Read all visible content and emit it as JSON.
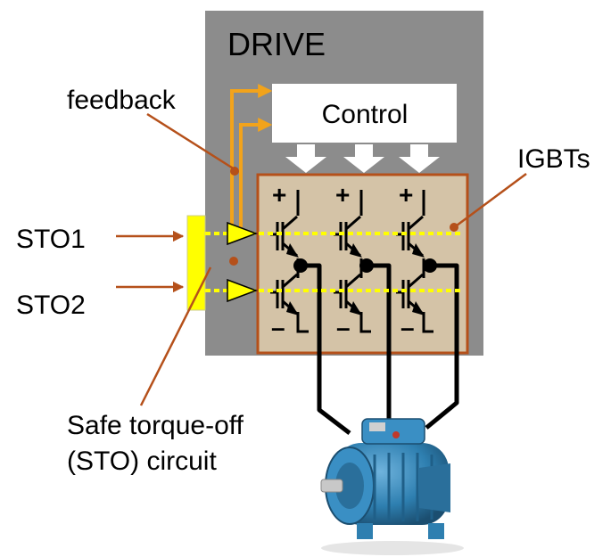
{
  "labels": {
    "drive": "DRIVE",
    "control": "Control",
    "feedback": "feedback",
    "igbts": "IGBTs",
    "sto1": "STO1",
    "sto2": "STO2",
    "sto_circuit_line1": "Safe torque-off",
    "sto_circuit_line2": "(STO) circuit",
    "plus_sign": "+",
    "minus_sign": "–"
  },
  "colors": {
    "drive_box": "#8c8c8c",
    "control_box": "#ffffff",
    "igbt_box_fill": "#d4c3a7",
    "igbt_box_border": "#b5501a",
    "feedback_line": "#f2a31b",
    "sto_signal": "#ffff00",
    "callout_line": "#b5501a",
    "motor_body": "#2e7fb0",
    "wiring": "#000000"
  },
  "icons": {
    "motor": "electric-motor-icon",
    "igbt": "igbt-transistor-icon",
    "control_flow": "down-arrow-icon",
    "sto_gate": "triangle-driver-icon"
  }
}
